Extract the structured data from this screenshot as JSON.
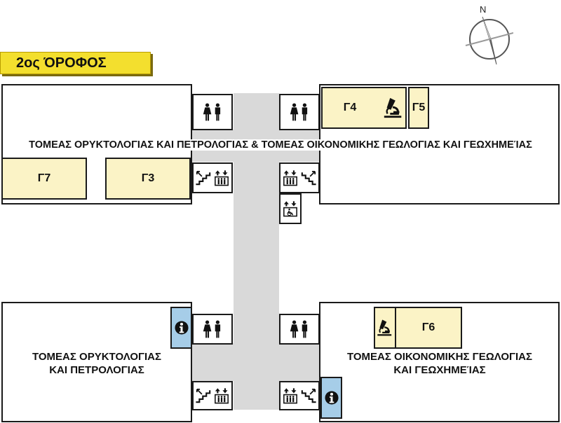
{
  "floor_label": "2ος ΌΡΟΦΟΣ",
  "compass": {
    "label": "N"
  },
  "rooms": {
    "g4": "Γ4",
    "g5": "Γ5",
    "g7": "Γ7",
    "g3": "Γ3",
    "g6": "Γ6"
  },
  "labels": {
    "top_sector": "ΤΟΜΕΑΣ ΟΡΥΚΤΟΛΟΓΙΑΣ ΚΑΙ ΠΕΤΡΟΛΟΓΙΑΣ & ΤΟΜΕΑΣ ΟΙΚΟΝΟΜΙΚΗΣ ΓΕΩΛΟΓΙΑΣ ΚΑΙ ΓΕΩΧΗΜΕΊΑΣ",
    "bottom_left_line1": "ΤΟΜΕΑΣ ΟΡΥΚΤΟΛΟΓΙΑΣ",
    "bottom_left_line2": "ΚΑΙ ΠΕΤΡΟΛΟΓΙΑΣ",
    "bottom_right_line1": "ΤΟΜΕΑΣ ΟΙΚΟΝΟΜΙΚΗΣ ΓΕΩΛΟΓΙΑΣ",
    "bottom_right_line2": "ΚΑΙ ΓΕΩΧΗΜΕΊΑΣ"
  },
  "icons": {
    "info": "i",
    "toilets": "wc-icon",
    "stairs": "stairs-icon",
    "elevator": "elevator-icon",
    "accessible_elevator": "wheelchair-elevator-icon",
    "laboratory": "microscope-icon"
  },
  "colors": {
    "floor_label_bg": "#f3df2e",
    "room_fill": "#fbf3c6",
    "corridor": "#d9d9d9",
    "info_fill": "#a6cde8"
  }
}
